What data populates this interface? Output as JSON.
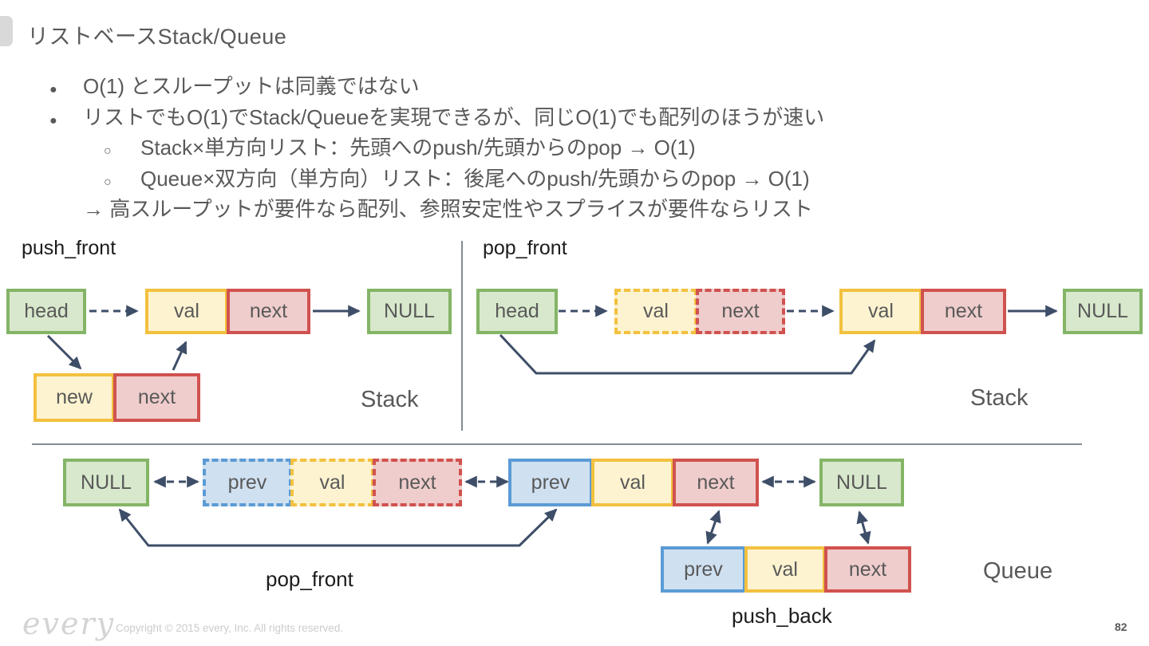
{
  "slide": {
    "title": "リストベースStack/Queue",
    "page_number": "82"
  },
  "bullets": {
    "items": [
      {
        "marker": "●",
        "text": "O(1) とスループットは同義ではない"
      },
      {
        "marker": "●",
        "text": "リストでもO(1)でStack/Queueを実現できるが、同じO(1)でも配列のほうが速い"
      },
      {
        "marker": "○",
        "text": "Stack×単方向リスト：先頭へのpush/先頭からのpop → O(1)"
      },
      {
        "marker": "○",
        "text": "Queue×双方向（単方向）リスト：後尾へのpush/先頭からのpop → O(1)"
      },
      {
        "marker": "",
        "text": "→ 高スループットが要件なら配列、参照安定性やスプライスが要件ならリスト"
      }
    ]
  },
  "diagram": {
    "labels": {
      "head": "head",
      "val": "val",
      "next": "next",
      "null": "NULL",
      "new": "new",
      "prev": "prev"
    },
    "operations": {
      "push_front": "push_front",
      "pop_front_stack": "pop_front",
      "pop_front_queue": "pop_front",
      "push_back": "push_back"
    },
    "captions": {
      "stack_left": "Stack",
      "stack_right": "Stack",
      "queue": "Queue"
    }
  },
  "footer": {
    "logo_text": "every",
    "copyright": "Copyright © 2015 every, Inc. All rights reserved."
  },
  "colors": {
    "text": "#595959",
    "label_dark": "#1c1c1c",
    "caption": "#595959",
    "arrow": "#3e4e68",
    "divider": "#5c6575",
    "green_fill": "#d8e8cc",
    "green_border": "#84b566",
    "yellow_fill": "#fdf3d0",
    "yellow_border": "#f3c13f",
    "red_fill": "#efcdcc",
    "red_border": "#d0524f",
    "blue_fill": "#cfe0f1",
    "blue_border": "#5b9bd5"
  }
}
